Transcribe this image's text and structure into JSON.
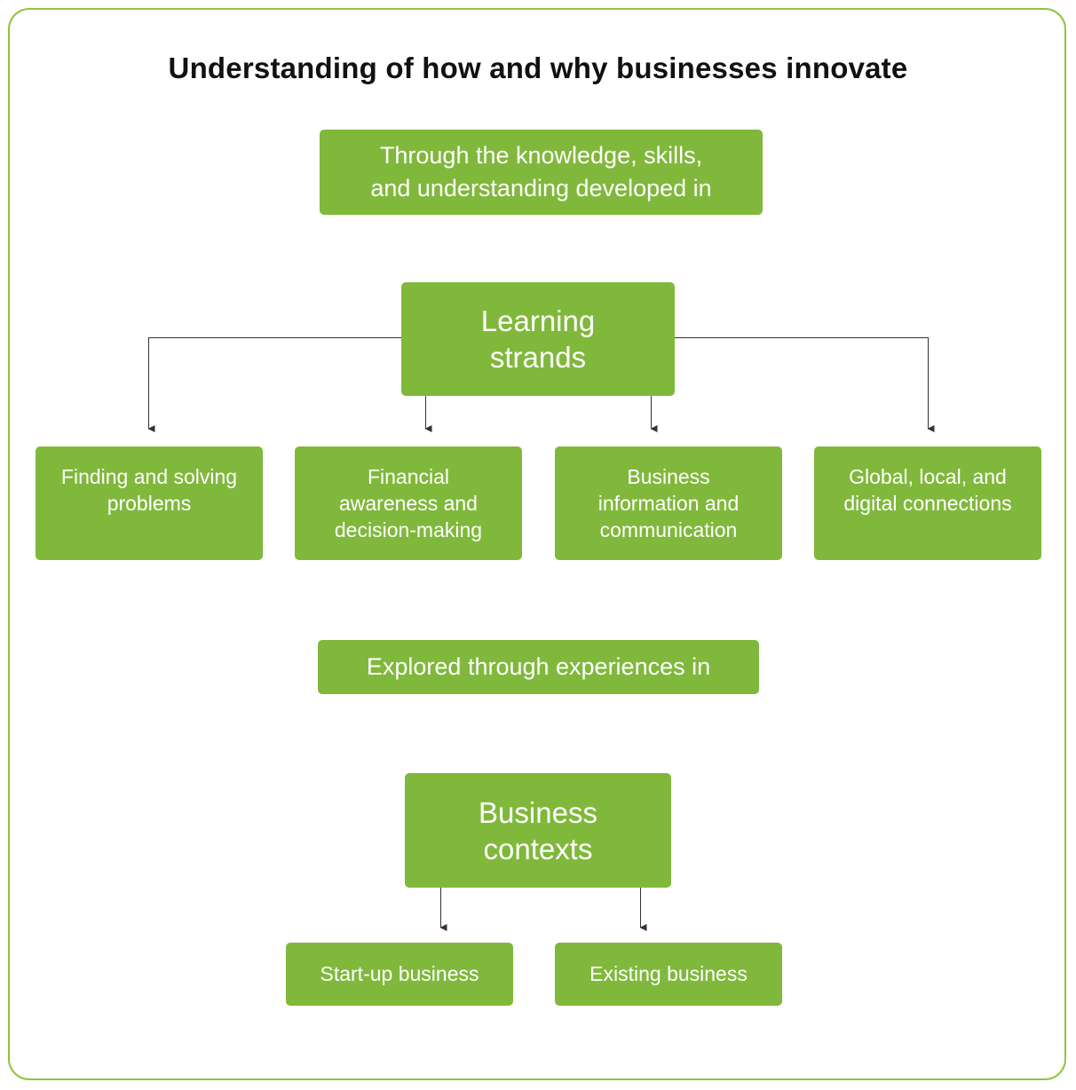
{
  "title": "Understanding of how and why businesses innovate",
  "intro_box": "Through the knowledge, skills,\nand understanding developed in",
  "strands_hub": "Learning\nstrands",
  "strands": [
    "Finding and solving\nproblems",
    "Financial\nawareness and\ndecision-making",
    "Business\ninformation and\ncommunication",
    "Global, local, and\ndigital connections"
  ],
  "explored_box": "Explored through experiences in",
  "contexts_hub": "Business\ncontexts",
  "contexts": [
    "Start-up business",
    "Existing business"
  ],
  "colors": {
    "box_fill": "#80b83c",
    "frame_border": "#8dc53e",
    "box_text": "#ffffff",
    "title_text": "#111111",
    "connector": "#333333"
  }
}
